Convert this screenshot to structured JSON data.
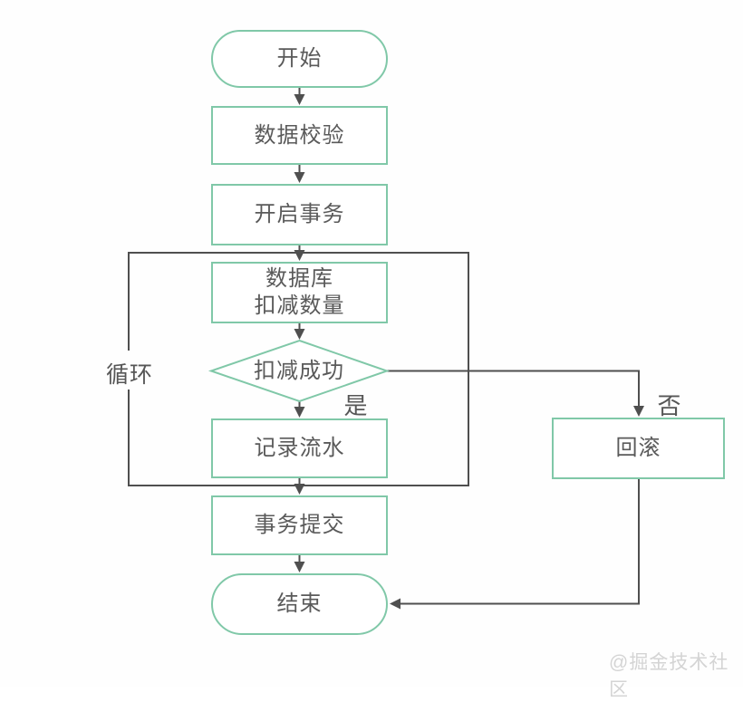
{
  "page": {
    "watermark": "@掘金技术社区"
  },
  "colors": {
    "node_border": "#80c8a8",
    "connector": "#4f4f4f",
    "text": "#5a5a5a",
    "watermark": "#d4d4d4",
    "node_fill": "#ffffff"
  },
  "flowchart": {
    "nodes": {
      "start": {
        "label": "开始",
        "shape": "stadium"
      },
      "validate": {
        "label": "数据校验",
        "shape": "rect"
      },
      "begin_tx": {
        "label": "开启事务",
        "shape": "rect"
      },
      "db_deduct": {
        "lines": [
          "数据库",
          "扣减数量"
        ],
        "shape": "rect"
      },
      "deduct_ok": {
        "label": "扣减成功",
        "shape": "diamond"
      },
      "record": {
        "label": "记录流水",
        "shape": "rect"
      },
      "rollback": {
        "label": "回滚",
        "shape": "rect"
      },
      "commit": {
        "label": "事务提交",
        "shape": "rect"
      },
      "end": {
        "label": "结束",
        "shape": "stadium"
      }
    },
    "edge_labels": {
      "yes": "是",
      "no": "否",
      "loop": "循环"
    },
    "edges": [
      {
        "from": "start",
        "to": "validate"
      },
      {
        "from": "validate",
        "to": "begin_tx"
      },
      {
        "from": "begin_tx",
        "to": "db_deduct"
      },
      {
        "from": "db_deduct",
        "to": "deduct_ok"
      },
      {
        "from": "deduct_ok",
        "to": "record",
        "label": "是"
      },
      {
        "from": "deduct_ok",
        "to": "rollback",
        "label": "否"
      },
      {
        "from": "record",
        "to": "commit"
      },
      {
        "from": "commit",
        "to": "end"
      },
      {
        "from": "rollback",
        "to": "end"
      }
    ],
    "loop_group": {
      "label": "循环",
      "contains": [
        "db_deduct",
        "deduct_ok",
        "record"
      ]
    }
  }
}
